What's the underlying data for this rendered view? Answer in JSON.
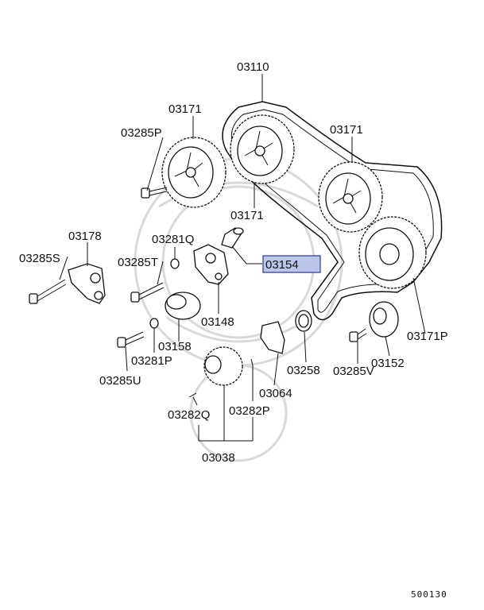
{
  "labels": {
    "p03110": "03110",
    "p03171_top": "03171",
    "p03171_right": "03171",
    "p03171_mid": "03171",
    "p03171P": "03171P",
    "p03285P": "03285P",
    "p03178": "03178",
    "p03285S": "03285S",
    "p03281Q": "03281Q",
    "p03285T": "03285T",
    "p03154": "03154",
    "p03148": "03148",
    "p03158": "03158",
    "p03281P": "03281P",
    "p03285U": "03285U",
    "p03258": "03258",
    "p03064": "03064",
    "p03285V": "03285V",
    "p03152": "03152",
    "p03282Q": "03282Q",
    "p03282P": "03282P",
    "p03038": "03038"
  },
  "highlighted_part": "03154",
  "highlight_color": "#b9c6ea",
  "footer_code": "500130"
}
